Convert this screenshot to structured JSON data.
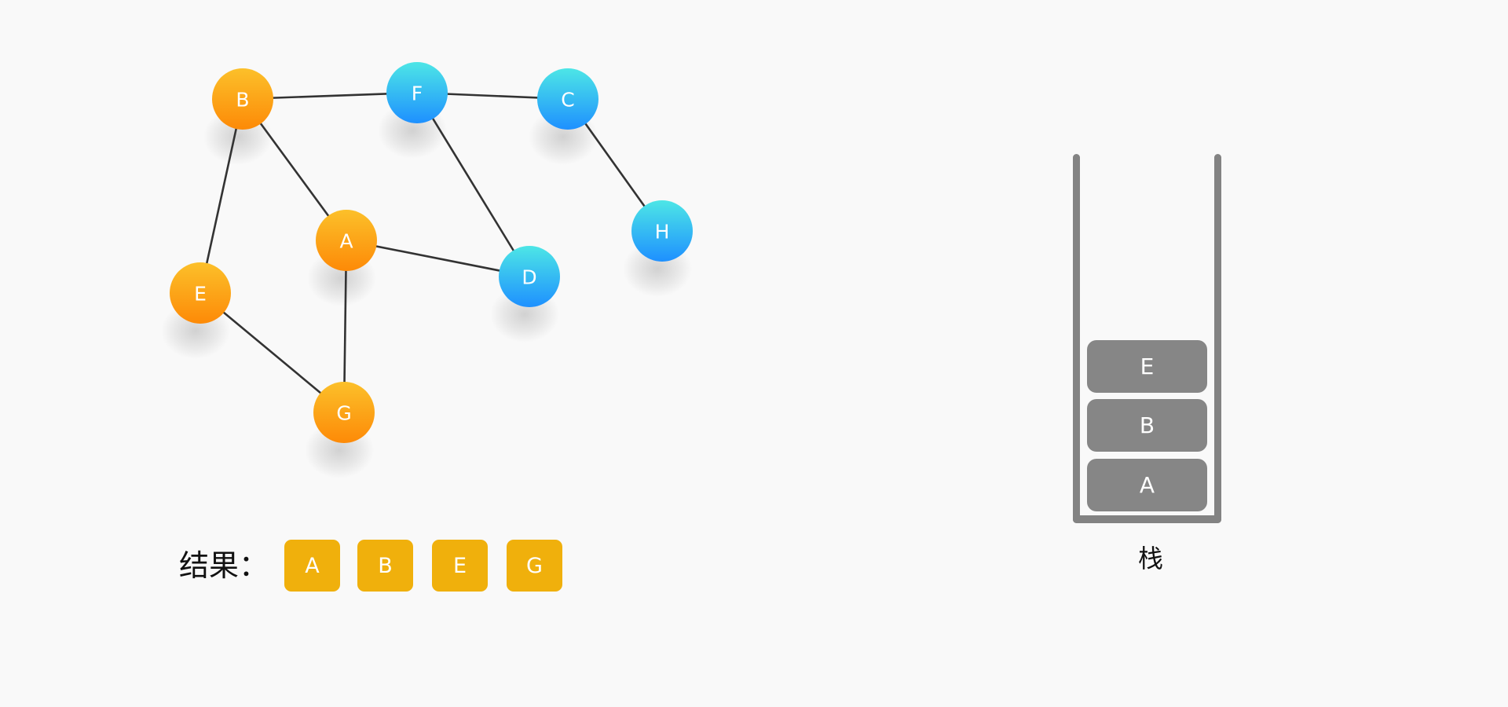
{
  "graph": {
    "nodes": [
      {
        "id": "B",
        "label": "B",
        "color": "orange"
      },
      {
        "id": "F",
        "label": "F",
        "color": "blue"
      },
      {
        "id": "C",
        "label": "C",
        "color": "blue"
      },
      {
        "id": "A",
        "label": "A",
        "color": "orange"
      },
      {
        "id": "E",
        "label": "E",
        "color": "orange"
      },
      {
        "id": "D",
        "label": "D",
        "color": "blue"
      },
      {
        "id": "H",
        "label": "H",
        "color": "blue"
      },
      {
        "id": "G",
        "label": "G",
        "color": "orange"
      }
    ],
    "edges": [
      [
        "B",
        "F"
      ],
      [
        "F",
        "C"
      ],
      [
        "B",
        "A"
      ],
      [
        "B",
        "E"
      ],
      [
        "F",
        "D"
      ],
      [
        "C",
        "H"
      ],
      [
        "A",
        "D"
      ],
      [
        "A",
        "G"
      ],
      [
        "E",
        "G"
      ]
    ],
    "colors": {
      "orange_top": "#fcc02a",
      "orange_bottom": "#fd8a07",
      "blue_top": "#4de6e6",
      "blue_bottom": "#1e90ff",
      "edge": "#333333"
    }
  },
  "result": {
    "title": "结果：",
    "items": [
      "A",
      "B",
      "E",
      "G"
    ],
    "color": "#f0b00c"
  },
  "stack": {
    "items_top_to_bottom": [
      "E",
      "B",
      "A"
    ],
    "caption": "栈",
    "color": "#868686"
  }
}
